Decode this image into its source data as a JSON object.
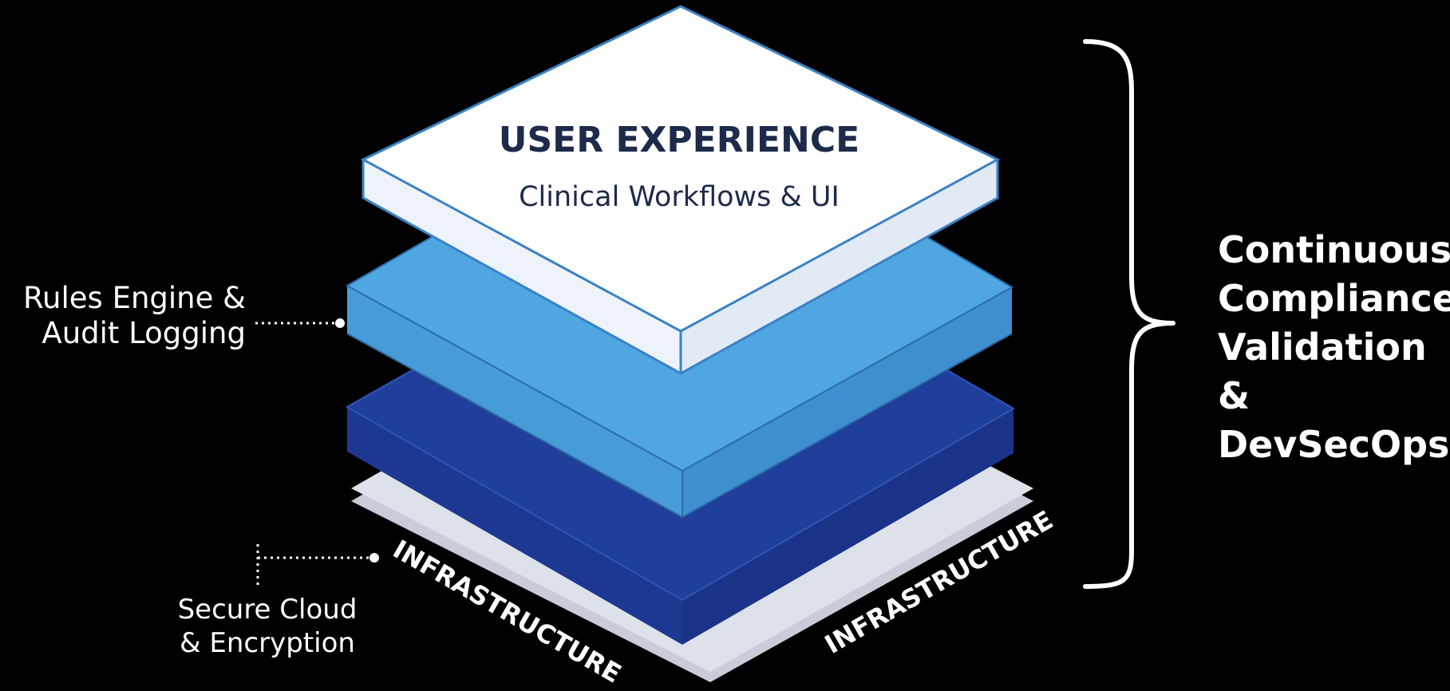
{
  "layers": {
    "top": {
      "title": "USER EXPERIENCE",
      "subtitle": "Clinical Workflows & UI"
    },
    "base": {
      "label_left": "INFRASTRUCTURE",
      "label_right": "INFRASTRUCTURE"
    }
  },
  "callouts": {
    "rules": {
      "line1": "Rules Engine &",
      "line2": "Audit Logging"
    },
    "secure": {
      "line1": "Secure Cloud",
      "line2": "& Encryption"
    }
  },
  "bracket_label": {
    "line1": "Continuous",
    "line2": "Compliance",
    "line3": "Validation &",
    "line4": "DevSecOps"
  },
  "colors": {
    "background": "#000000",
    "layer_top": "#ffffff",
    "layer_top_side": "#e6eef8",
    "layer_top_border": "#3b82c4",
    "layer_mid": "#4da3df",
    "layer_mid_side": "#3f8fd0",
    "layer_dark": "#1f3f9a",
    "layer_dark_side": "#1a3388",
    "layer_base": "#d8dce6",
    "text_dark": "#1d2a4a"
  }
}
